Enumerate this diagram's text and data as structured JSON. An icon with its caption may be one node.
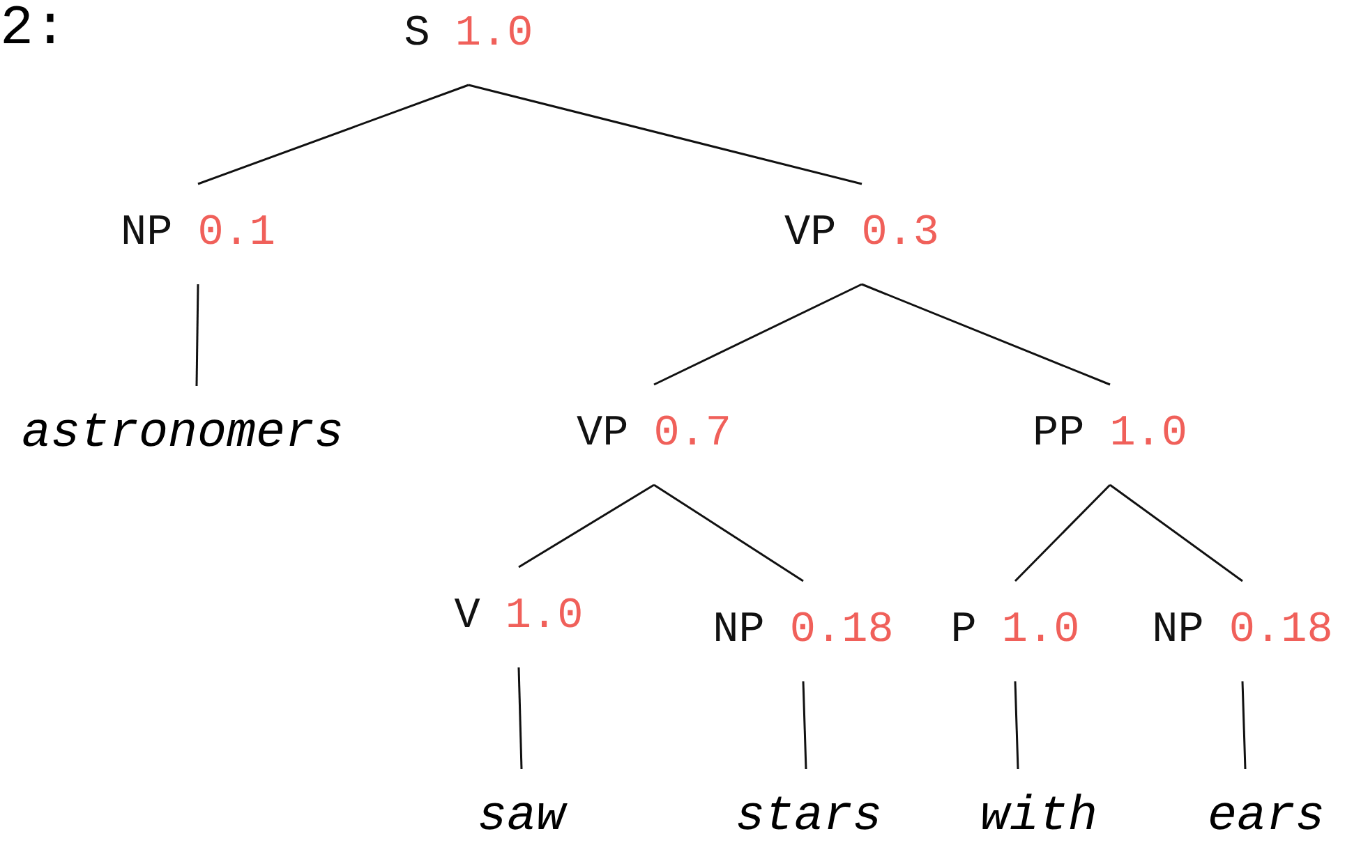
{
  "diagram": {
    "nodes": [
      {
        "text": [
          "S",
          "1.0"
        ]
      },
      {
        "text": [
          "NP",
          "0.1"
        ]
      },
      {
        "text": [
          "VP",
          "0.3"
        ]
      },
      {
        "text": [
          "astronomers"
        ]
      },
      {
        "text": [
          "VP",
          "0.7"
        ]
      },
      {
        "text": [
          "PP",
          "1.0"
        ]
      },
      {
        "text": [
          "V",
          "1.0"
        ]
      },
      {
        "text": [
          "NP",
          "0.18"
        ]
      },
      {
        "text": [
          "P",
          "1.0"
        ]
      },
      {
        "text": [
          "NP",
          "0.18"
        ]
      },
      {
        "text": [
          "saw"
        ]
      },
      {
        "text": [
          "stars"
        ]
      },
      {
        "text": [
          "with"
        ]
      },
      {
        "text": [
          "ears"
        ]
      }
    ],
    "edges": [
      {
        "from": 0,
        "to": 1,
        "arrow": "none"
      },
      {
        "from": 0,
        "to": 2,
        "arrow": "none"
      },
      {
        "from": 1,
        "to": 3,
        "arrow": "none"
      },
      {
        "from": 2,
        "to": 4,
        "arrow": "none"
      },
      {
        "from": 2,
        "to": 5,
        "arrow": "none"
      },
      {
        "from": 4,
        "to": 6,
        "arrow": "none"
      },
      {
        "from": 4,
        "to": 7,
        "arrow": "none"
      },
      {
        "from": 5,
        "to": 8,
        "arrow": "none"
      },
      {
        "from": 5,
        "to": 9,
        "arrow": "none"
      },
      {
        "from": 6,
        "to": 10,
        "arrow": "none"
      },
      {
        "from": 7,
        "to": 11,
        "arrow": "none"
      },
      {
        "from": 8,
        "to": 12,
        "arrow": "none"
      },
      {
        "from": 9,
        "to": 13,
        "arrow": "none"
      }
    ],
    "labels": [
      "2:"
    ]
  }
}
